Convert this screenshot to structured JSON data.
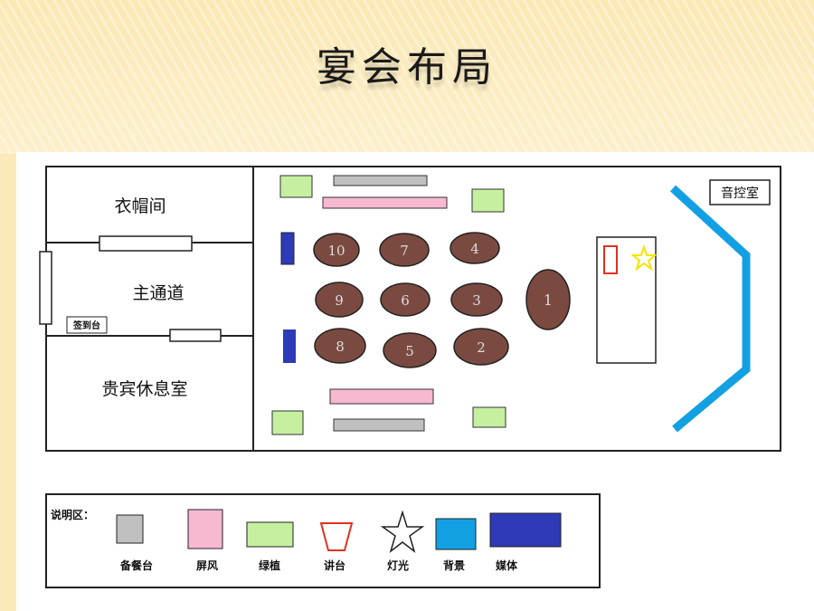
{
  "title": "宴会布局",
  "rooms": {
    "cloakroom": "衣帽间",
    "main_corridor": "主通道",
    "vip_lounge": "贵宾休息室",
    "sign_in": "签到台",
    "control_room": "音控室"
  },
  "tables": [
    {
      "num": "10"
    },
    {
      "num": "7"
    },
    {
      "num": "4"
    },
    {
      "num": "9"
    },
    {
      "num": "6"
    },
    {
      "num": "3"
    },
    {
      "num": "8"
    },
    {
      "num": "5"
    },
    {
      "num": "2"
    },
    {
      "num": "1"
    }
  ],
  "legend": {
    "heading": "说明区：",
    "items": [
      {
        "label": "备餐台",
        "icon": "service-table-icon",
        "color": "#c0c0c0"
      },
      {
        "label": "屏风",
        "icon": "screen-icon",
        "color": "#f7b8d2"
      },
      {
        "label": "绿植",
        "icon": "plant-icon",
        "color": "#c6efa0"
      },
      {
        "label": "讲台",
        "icon": "podium-icon",
        "color": "#e03020"
      },
      {
        "label": "灯光",
        "icon": "star-icon",
        "color": "#ffffff"
      },
      {
        "label": "背景",
        "icon": "backdrop-icon",
        "color": "#1aa0e0"
      },
      {
        "label": "媒体",
        "icon": "media-icon",
        "color": "#2e3ab8"
      }
    ]
  },
  "colors": {
    "table_fill": "#7a4a40",
    "backdrop_blue": "#13a0e3",
    "media_blue": "#2e3ab8",
    "podium_red": "#e03020",
    "light_yellow": "#f5e400"
  }
}
